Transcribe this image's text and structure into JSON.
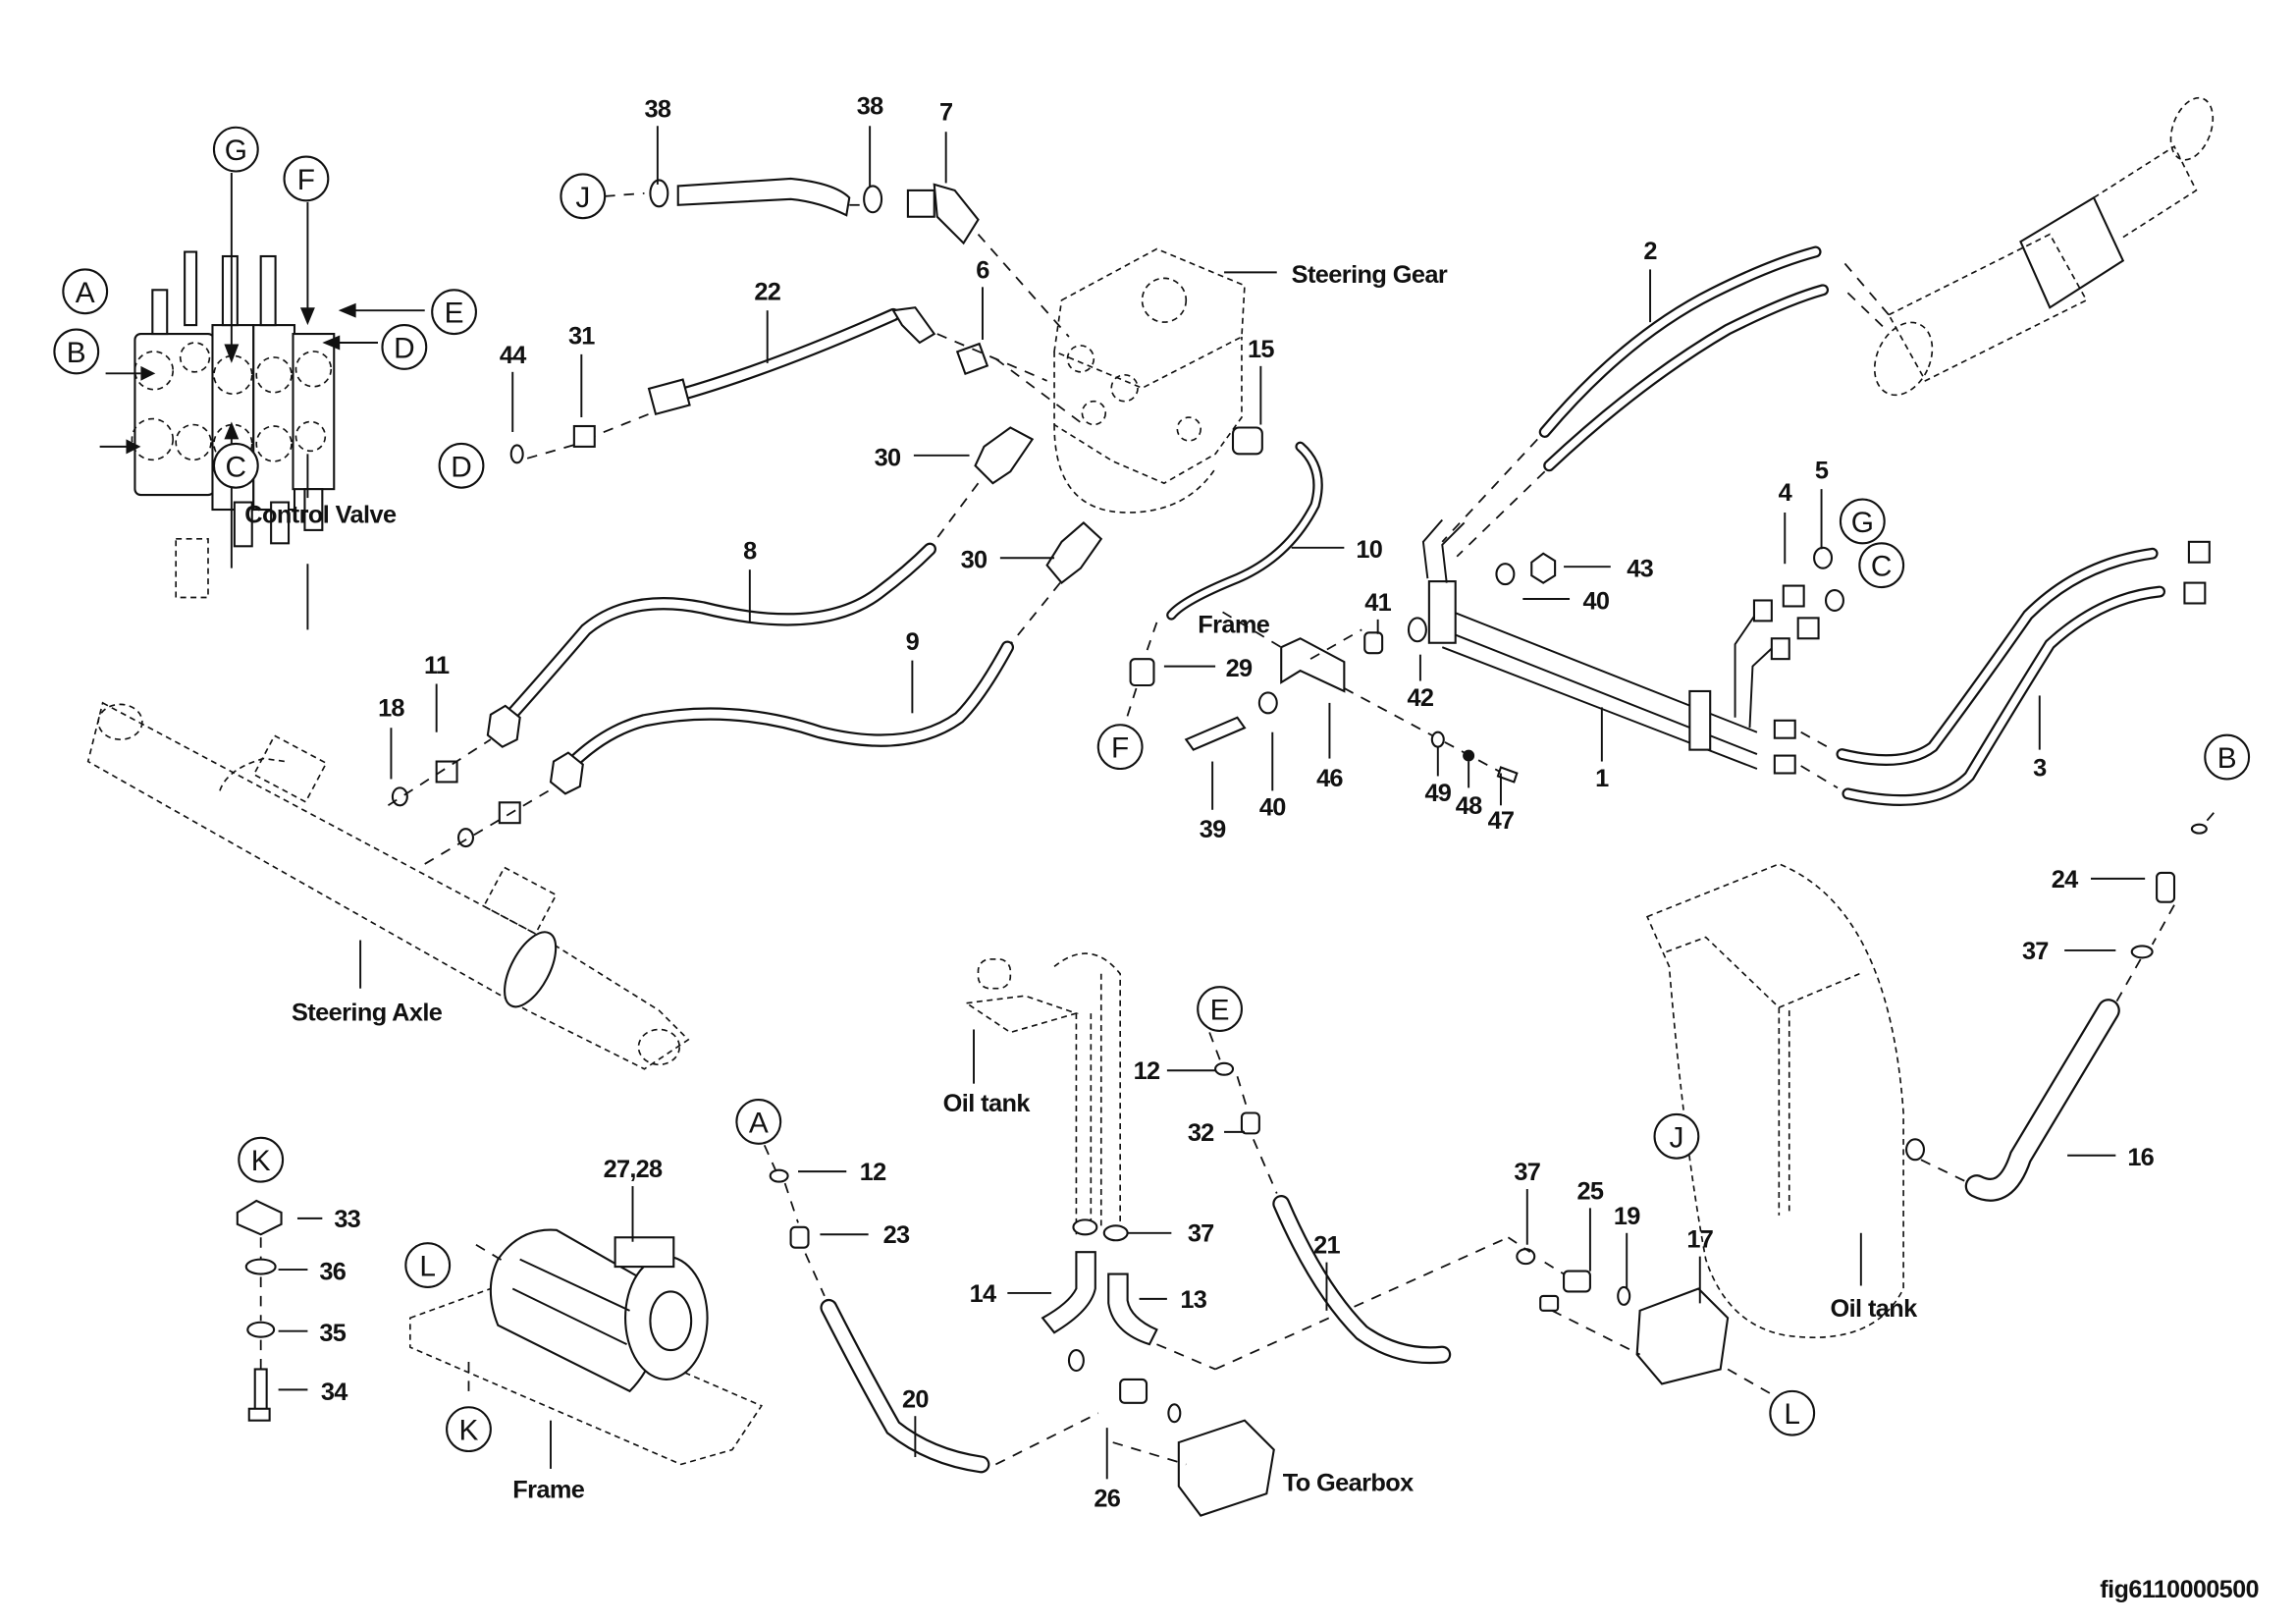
{
  "figure": {
    "id": "fig6110000500",
    "title": "Steering / hydraulic hose assembly"
  },
  "components": {
    "control_valve": "Control Valve",
    "steering_gear": "Steering Gear",
    "steering_axle": "Steering Axle",
    "frame_1": "Frame",
    "frame_2": "Frame",
    "oil_tank_1": "Oil tank",
    "oil_tank_2": "Oil tank",
    "to_gearbox": "To Gearbox"
  },
  "connection_refs": [
    {
      "id": "A-valve",
      "letter": "A"
    },
    {
      "id": "B-valve",
      "letter": "B"
    },
    {
      "id": "C-valve",
      "letter": "C"
    },
    {
      "id": "D-valve",
      "letter": "D"
    },
    {
      "id": "E-valve",
      "letter": "E"
    },
    {
      "id": "F-valve",
      "letter": "F"
    },
    {
      "id": "G-valve",
      "letter": "G"
    },
    {
      "id": "J-top",
      "letter": "J"
    },
    {
      "id": "D-hose22",
      "letter": "D"
    },
    {
      "id": "G-pipe",
      "letter": "G"
    },
    {
      "id": "C-pipe",
      "letter": "C"
    },
    {
      "id": "F-hose10",
      "letter": "F"
    },
    {
      "id": "B-hose16",
      "letter": "B"
    },
    {
      "id": "E-hose21",
      "letter": "E"
    },
    {
      "id": "A-hose20",
      "letter": "A"
    },
    {
      "id": "K-fasteners",
      "letter": "K"
    },
    {
      "id": "L-motor",
      "letter": "L"
    },
    {
      "id": "K-motor",
      "letter": "K"
    },
    {
      "id": "J-tank",
      "letter": "J"
    },
    {
      "id": "L-pump",
      "letter": "L"
    }
  ],
  "part_callouts": [
    {
      "id": "c38a",
      "number": "38"
    },
    {
      "id": "c38b",
      "number": "38"
    },
    {
      "id": "c7",
      "number": "7"
    },
    {
      "id": "c6",
      "number": "6"
    },
    {
      "id": "c22",
      "number": "22"
    },
    {
      "id": "c44",
      "number": "44"
    },
    {
      "id": "c31",
      "number": "31"
    },
    {
      "id": "c15",
      "number": "15"
    },
    {
      "id": "c2",
      "number": "2"
    },
    {
      "id": "c30a",
      "number": "30"
    },
    {
      "id": "c30b",
      "number": "30"
    },
    {
      "id": "c8",
      "number": "8"
    },
    {
      "id": "c9",
      "number": "9"
    },
    {
      "id": "c10",
      "number": "10"
    },
    {
      "id": "c11",
      "number": "11"
    },
    {
      "id": "c18",
      "number": "18"
    },
    {
      "id": "c4",
      "number": "4"
    },
    {
      "id": "c5",
      "number": "5"
    },
    {
      "id": "c43",
      "number": "43"
    },
    {
      "id": "c40a",
      "number": "40"
    },
    {
      "id": "c41",
      "number": "41"
    },
    {
      "id": "c42",
      "number": "42"
    },
    {
      "id": "c29",
      "number": "29"
    },
    {
      "id": "c46",
      "number": "46"
    },
    {
      "id": "c40b",
      "number": "40"
    },
    {
      "id": "c39",
      "number": "39"
    },
    {
      "id": "c49",
      "number": "49"
    },
    {
      "id": "c48",
      "number": "48"
    },
    {
      "id": "c47",
      "number": "47"
    },
    {
      "id": "c1",
      "number": "1"
    },
    {
      "id": "c3",
      "number": "3"
    },
    {
      "id": "c24",
      "number": "24"
    },
    {
      "id": "c37a",
      "number": "37"
    },
    {
      "id": "c16",
      "number": "16"
    },
    {
      "id": "c12a",
      "number": "12"
    },
    {
      "id": "c32",
      "number": "32"
    },
    {
      "id": "c12b",
      "number": "12"
    },
    {
      "id": "c23",
      "number": "23"
    },
    {
      "id": "c37b",
      "number": "37"
    },
    {
      "id": "c14",
      "number": "14"
    },
    {
      "id": "c13",
      "number": "13"
    },
    {
      "id": "c20",
      "number": "20"
    },
    {
      "id": "c26",
      "number": "26"
    },
    {
      "id": "c21",
      "number": "21"
    },
    {
      "id": "c37c",
      "number": "37"
    },
    {
      "id": "c25",
      "number": "25"
    },
    {
      "id": "c19",
      "number": "19"
    },
    {
      "id": "c17",
      "number": "17"
    },
    {
      "id": "c33",
      "number": "33"
    },
    {
      "id": "c36",
      "number": "36"
    },
    {
      "id": "c35",
      "number": "35"
    },
    {
      "id": "c34",
      "number": "34"
    },
    {
      "id": "c2728",
      "number": "27,28"
    }
  ]
}
